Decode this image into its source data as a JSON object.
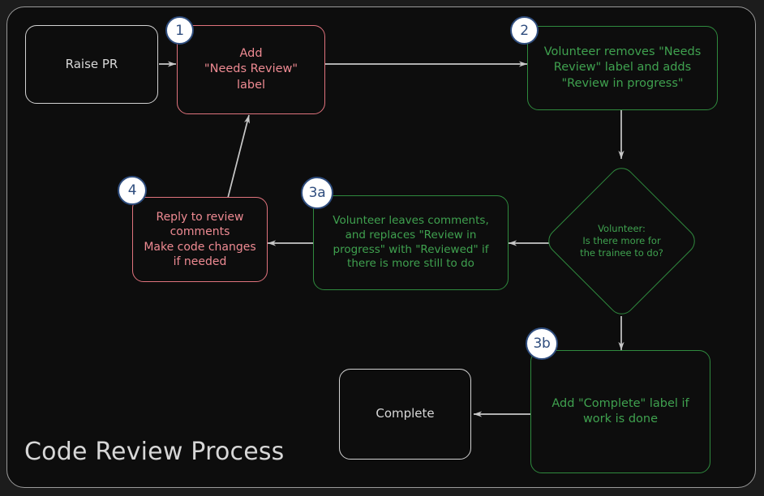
{
  "diagram": {
    "title": "Code Review Process",
    "type": "flowchart",
    "theme": {
      "page_background": "#1c1c1c",
      "panel_background": "#0d0d0d",
      "panel_border": "#9a9a9a",
      "edge_color": "#c8c8c8",
      "neutral_node": "#d2d2d2",
      "red_node": "#e0737d",
      "red_text": "#ee8a92",
      "green_node": "#2f8a3e",
      "green_text": "#3fa14f",
      "badge_fill": "#ffffff",
      "badge_stroke": "#2f4d7e",
      "title_color": "#d7d7d7"
    },
    "nodes": [
      {
        "id": "raise-pr",
        "label": "Raise PR",
        "shape": "rounded-rect",
        "style": "plain"
      },
      {
        "id": "add-needs-review",
        "label": "Add\n\"Needs Review\"\nlabel",
        "shape": "rounded-rect",
        "style": "red",
        "badge": "1"
      },
      {
        "id": "volunteer-takes",
        "label": "Volunteer removes \"Needs\nReview\" label and adds\n\"Review in progress\"",
        "shape": "rounded-rect",
        "style": "green",
        "badge": "2"
      },
      {
        "id": "decision-more-work",
        "label": "Volunteer:\nIs there more for\nthe trainee to do?",
        "shape": "diamond",
        "style": "green"
      },
      {
        "id": "volunteer-comments",
        "label": "Volunteer leaves comments,\nand replaces \"Review in\nprogress\" with \"Reviewed\" if\nthere is more still to do",
        "shape": "rounded-rect",
        "style": "green",
        "badge": "3a"
      },
      {
        "id": "reply-to-review",
        "label": "Reply to review\ncomments\nMake code changes\nif needed",
        "shape": "rounded-rect",
        "style": "red",
        "badge": "4"
      },
      {
        "id": "add-complete-label",
        "label": "Add \"Complete\" label if\nwork is done",
        "shape": "rounded-rect",
        "style": "green",
        "badge": "3b"
      },
      {
        "id": "complete",
        "label": "Complete",
        "shape": "rounded-rect",
        "style": "plain"
      }
    ],
    "edges": [
      {
        "from": "raise-pr",
        "to": "add-needs-review"
      },
      {
        "from": "add-needs-review",
        "to": "volunteer-takes"
      },
      {
        "from": "volunteer-takes",
        "to": "decision-more-work"
      },
      {
        "from": "decision-more-work",
        "to": "volunteer-comments"
      },
      {
        "from": "volunteer-comments",
        "to": "reply-to-review"
      },
      {
        "from": "reply-to-review",
        "to": "add-needs-review"
      },
      {
        "from": "decision-more-work",
        "to": "add-complete-label"
      },
      {
        "from": "add-complete-label",
        "to": "complete"
      }
    ]
  }
}
